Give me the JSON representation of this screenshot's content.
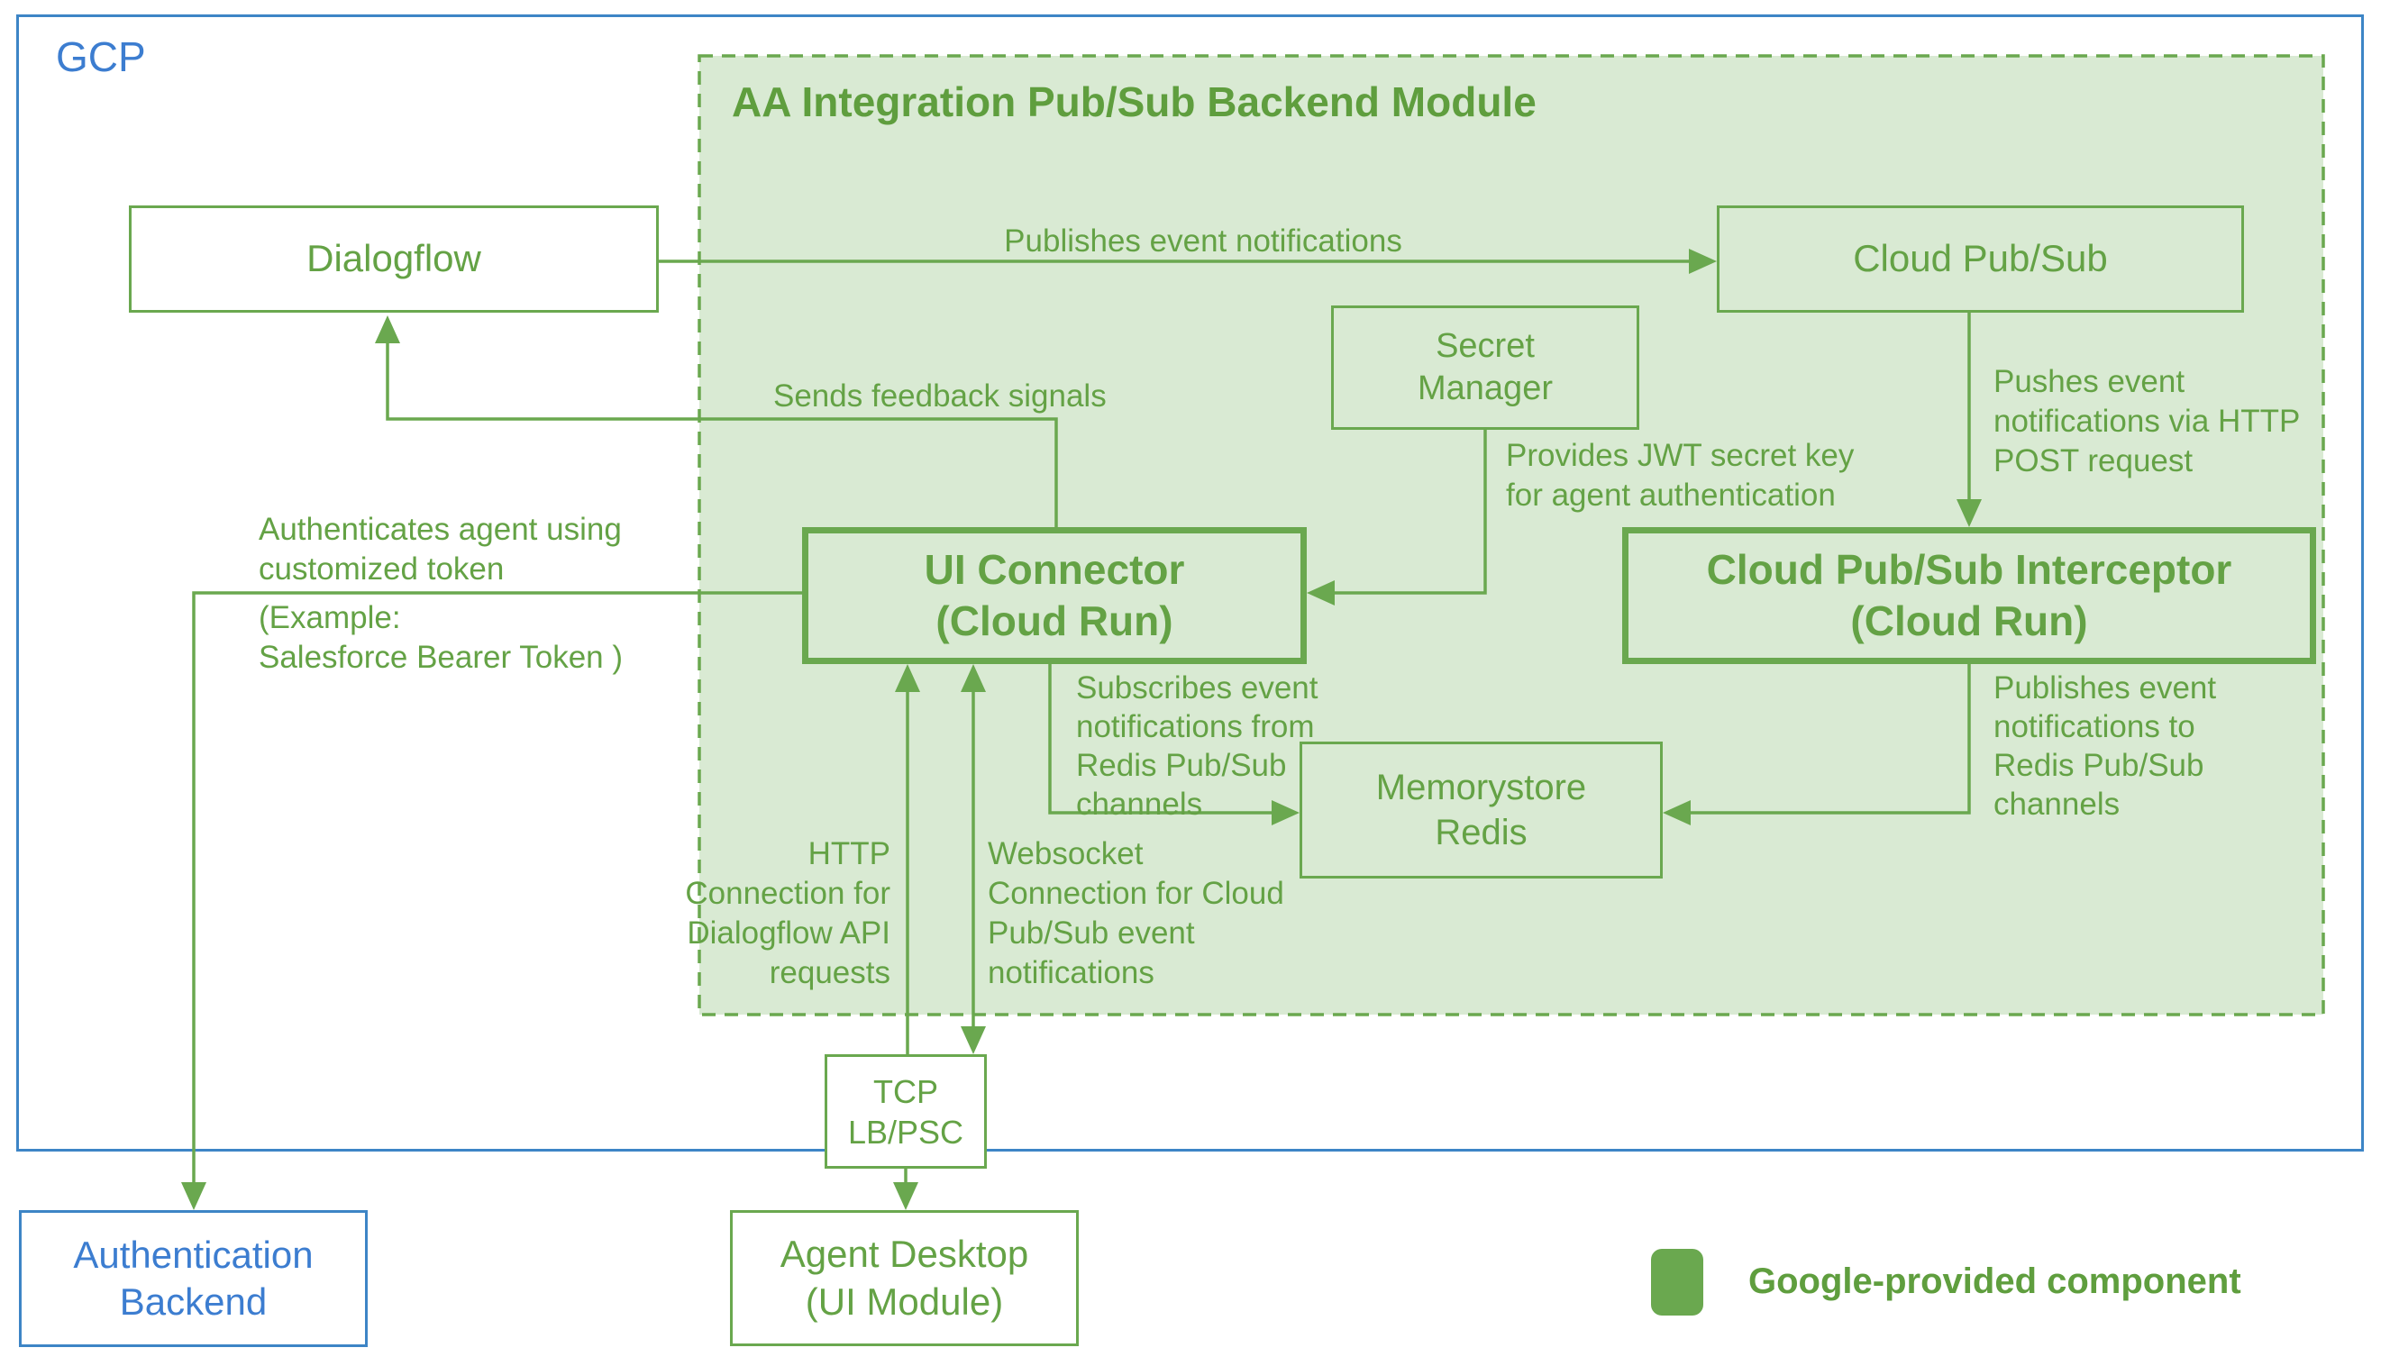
{
  "colors": {
    "green_stroke": "#6aa84f",
    "green_text": "#64a245",
    "green_title": "#5f9e3e",
    "light_green_fill": "#d9ead3",
    "blue_border": "#3d85c6",
    "blue_text": "#3c7dd0",
    "background": "#ffffff"
  },
  "gcp": {
    "label": "GCP"
  },
  "module": {
    "title": "AA Integration Pub/Sub Backend Module"
  },
  "nodes": {
    "dialogflow": {
      "label": "Dialogflow"
    },
    "cloud_pubsub": {
      "label": "Cloud Pub/Sub"
    },
    "secret_manager": {
      "label": "Secret\nManager"
    },
    "ui_connector": {
      "label": "UI Connector\n(Cloud Run)"
    },
    "interceptor": {
      "label": "Cloud Pub/Sub Interceptor\n(Cloud Run)"
    },
    "memorystore": {
      "label": "Memorystore\nRedis"
    },
    "tcp_lb": {
      "label": "TCP\nLB/PSC"
    },
    "agent_desktop": {
      "label": "Agent Desktop\n(UI Module)"
    },
    "auth_backend": {
      "label": "Authentication\nBackend"
    }
  },
  "edges": {
    "publishes_events": {
      "label": "Publishes event notifications"
    },
    "pushes": {
      "label": "Pushes event\nnotifications via HTTP\nPOST request"
    },
    "feedback": {
      "label": "Sends feedback signals"
    },
    "auth_top": {
      "label": "Authenticates agent using\ncustomized token"
    },
    "auth_bottom": {
      "label": "(Example:\nSalesforce Bearer Token )"
    },
    "jwt": {
      "label": "Provides JWT secret key\nfor agent authentication"
    },
    "subscribes": {
      "label": "Subscribes event\nnotifications from\nRedis Pub/Sub\nchannels"
    },
    "intercept_pub": {
      "label": "Publishes event\nnotifications to\nRedis Pub/Sub\nchannels"
    },
    "http": {
      "label": "HTTP\nConnection for\nDialogflow API\nrequests"
    },
    "websocket": {
      "label": "Websocket\nConnection for Cloud\nPub/Sub event\nnotifications"
    }
  },
  "legend": {
    "label": "Google-provided component"
  }
}
